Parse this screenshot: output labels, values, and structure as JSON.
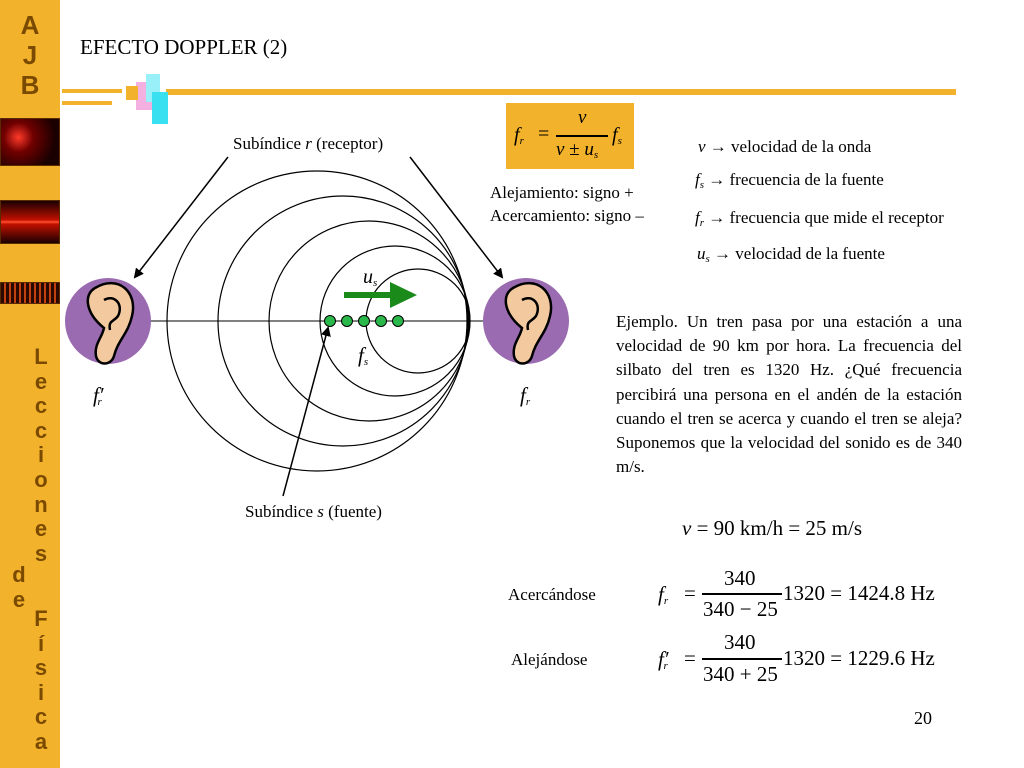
{
  "sidebar": {
    "brand_letters": [
      "A",
      "J",
      "B"
    ],
    "word1_letters": [
      "L",
      "e",
      "c",
      "c",
      "i",
      "o",
      "n",
      "e",
      "s"
    ],
    "word2_letters": [
      "d",
      "e"
    ],
    "word3_letters": [
      "F",
      "í",
      "s",
      "i",
      "c",
      "a"
    ]
  },
  "slide": {
    "title": "EFECTO DOPPLER (2)",
    "page_number": "20"
  },
  "diagram": {
    "label_receptor_prefix": "Subíndice",
    "label_receptor_var": "r",
    "label_receptor_suffix": "(receptor)",
    "label_fuente_prefix": "Subíndice",
    "label_fuente_var": "s",
    "label_fuente_suffix": "(fuente)",
    "us_symbol": "u",
    "us_sub": "s",
    "fs_symbol": "f",
    "fs_sub": "s",
    "left_ear_symbol": "f",
    "left_ear_sub": "r",
    "left_ear_prime": "′",
    "right_ear_symbol": "f",
    "right_ear_sub": "r"
  },
  "formula": {
    "lhs": "f",
    "lhs_sub": "r",
    "eq": "=",
    "numerator": "v",
    "denominator": "v ± u",
    "den_sub": "s",
    "rhs": "f",
    "rhs_sub": "s"
  },
  "signs": {
    "alejamiento": "Alejamiento: signo +",
    "acercamiento": "Acercamiento: signo –"
  },
  "legend": [
    {
      "sym": "v",
      "sub": "",
      "text": "velocidad de la onda"
    },
    {
      "sym": "f",
      "sub": "s",
      "text": "frecuencia de la fuente"
    },
    {
      "sym": "f",
      "sub": "r",
      "text": "frecuencia que mide el receptor"
    },
    {
      "sym": "u",
      "sub": "s",
      "text": "velocidad de la fuente"
    }
  ],
  "arrow_symbol": "→",
  "example": {
    "text": "Ejemplo. Un tren pasa por una estación a una velocidad de 90 km por hora. La frecuencia del silbato del tren es 1320 Hz. ¿Qué frecuencia percibirá una persona en el andén de la estación cuando el tren se acerca y cuando el tren se aleja? Suponemos que la velocidad del sonido es de 340 m/s."
  },
  "speed_eq": {
    "v": "v",
    "rest": "= 90 km/h = 25 m/s"
  },
  "approach": {
    "label": "Acercándose",
    "lhs": "f",
    "lhs_sub": "r",
    "numerator": "340",
    "denominator": "340 − 25",
    "rest": "1320 = 1424.8 Hz"
  },
  "recede": {
    "label": "Alejándose",
    "lhs": "f",
    "lhs_sub": "r",
    "prime": "′",
    "numerator": "340",
    "denominator": "340 + 25",
    "rest": "1320 = 1229.6 Hz"
  },
  "colors": {
    "accent": "#F3B22B",
    "arrow_green": "#1A8A1A",
    "ear_circle": "#9A6BB0",
    "ear_skin": "#F3C9A0",
    "source_dot": "#2AB84A",
    "deco_cyan": "#39E0F0",
    "deco_pink": "#F3B0E0"
  }
}
